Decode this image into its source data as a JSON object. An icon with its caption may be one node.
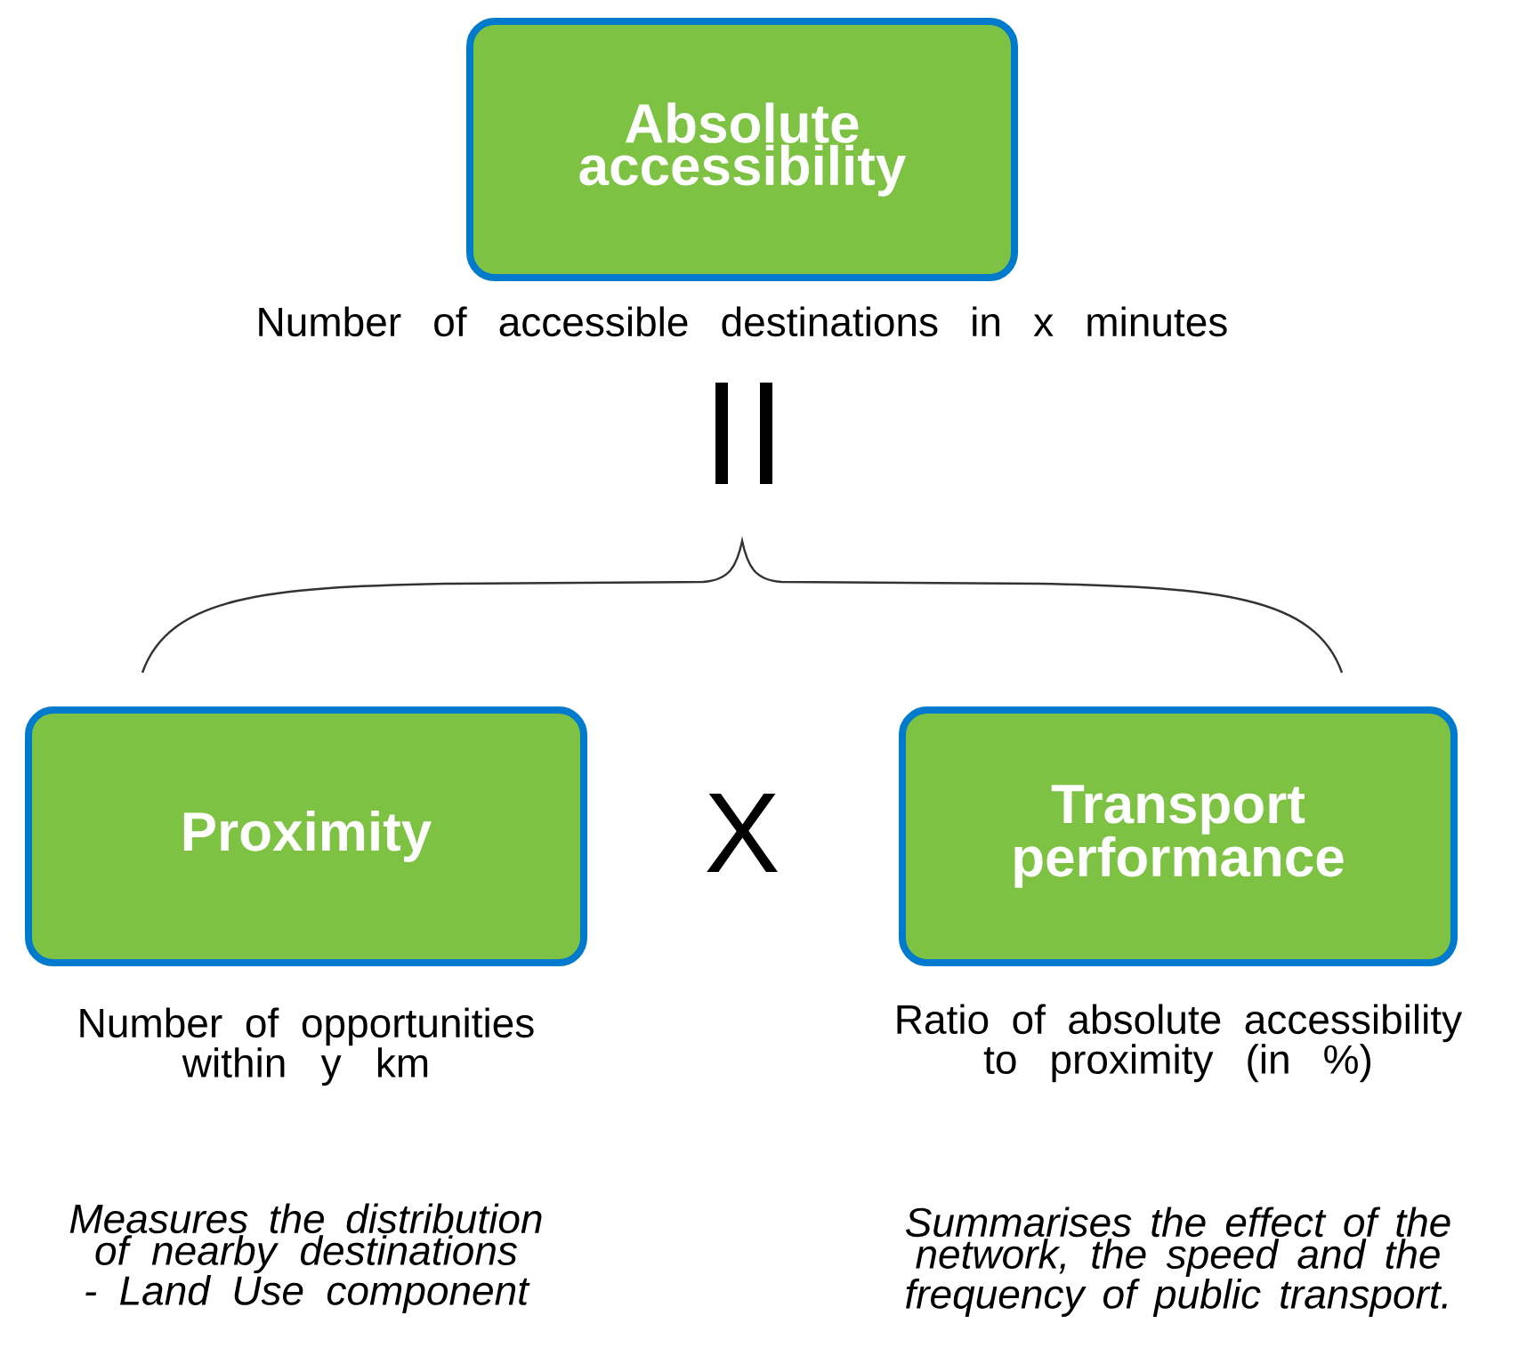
{
  "diagram": {
    "nodes": [
      {
        "text": [
          "Absolute accessibility"
        ],
        "beside": [
          "Number of accessible destinations in x minutes"
        ]
      },
      {
        "text": [
          "Proximity"
        ],
        "beside": [
          "Number of opportunities within y km",
          "Measures the distribution of nearby destinations - Land Use component"
        ]
      },
      {
        "text": [
          "Transport performance"
        ],
        "beside": [
          "Ratio of absolute accessibility to proximity (in %)",
          "Summarises the effect of the network, the speed and the frequency of public transport."
        ]
      }
    ],
    "labels": [
      "X"
    ]
  }
}
